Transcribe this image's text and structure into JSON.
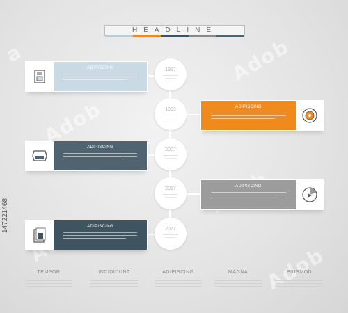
{
  "headline": "HEADLINE",
  "headline_bar_colors": [
    "#b9ccd6",
    "#f08a1c",
    "#3f5461",
    "#8a8a8a",
    "#4f6470"
  ],
  "steps": [
    {
      "year": "1997",
      "side": "left",
      "title": "ADIPISCING",
      "color": "#c9dae4",
      "icon": "document-icon"
    },
    {
      "year": "1993",
      "side": "right",
      "title": "ADIPISCING",
      "color": "#f08a1c",
      "icon": "pie-circle-icon"
    },
    {
      "year": "2007",
      "side": "left",
      "title": "ADIPISCING",
      "color": "#4f6470",
      "icon": "hexagon-box-icon"
    },
    {
      "year": "2017",
      "side": "right",
      "title": "ADIPISCING",
      "color": "#9c9c9c",
      "icon": "pie-chart-icon"
    },
    {
      "year": "2077",
      "side": "left",
      "title": "ADIPISCING",
      "color": "#3f5461",
      "icon": "paper-stack-icon"
    }
  ],
  "columns": [
    {
      "title": "TEMPOR"
    },
    {
      "title": "INCIDIDUNT"
    },
    {
      "title": "ADIPISCING"
    },
    {
      "title": "MAGNA"
    },
    {
      "title": "EIUSMOD"
    }
  ],
  "side_tag": "147221468"
}
